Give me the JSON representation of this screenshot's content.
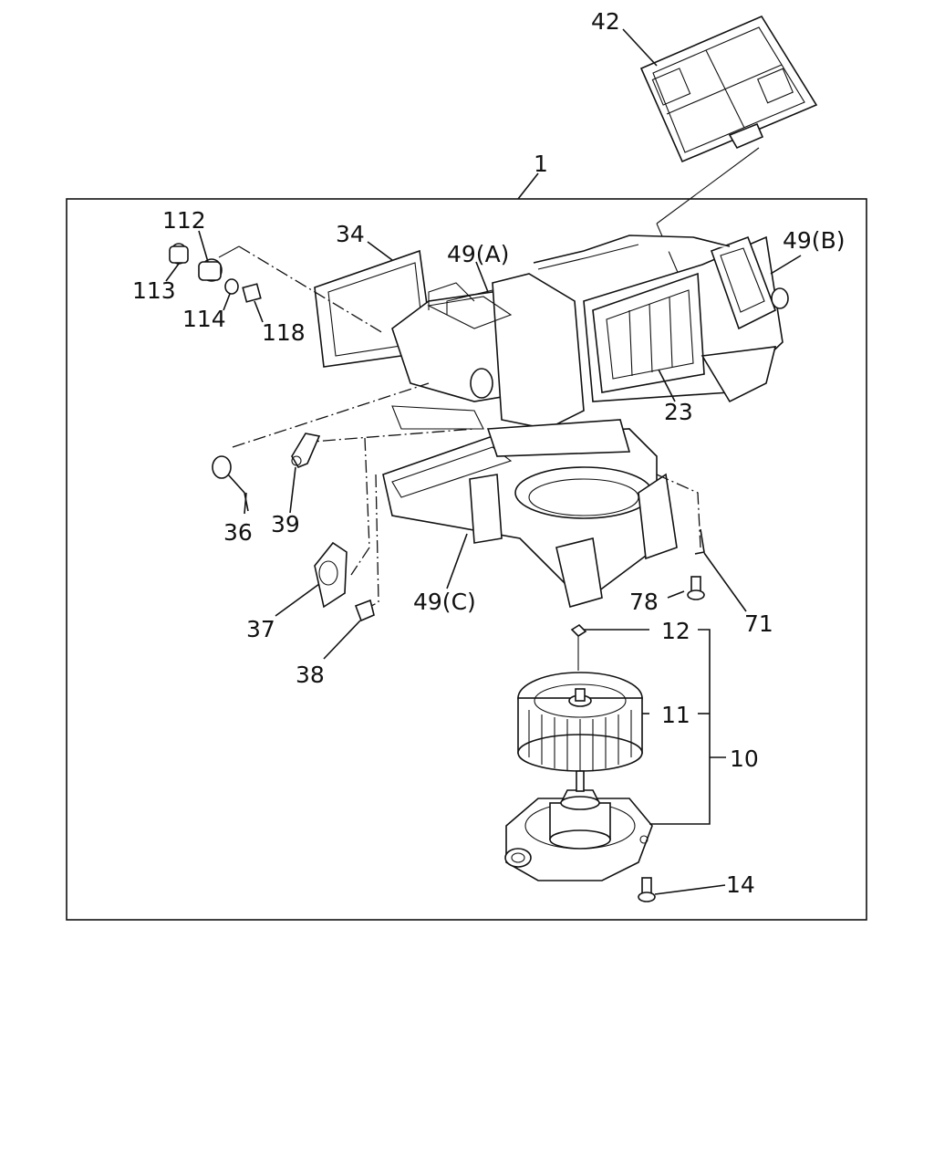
{
  "labels": {
    "p42": "42",
    "p1": "1",
    "p112": "112",
    "p34": "34",
    "p49a": "49(A)",
    "p49b": "49(B)",
    "p113": "113",
    "p114": "114",
    "p118": "118",
    "p23": "23",
    "p36": "36",
    "p39": "39",
    "p49c": "49(C)",
    "p78": "78",
    "p71": "71",
    "p37": "37",
    "p12": "12",
    "p38": "38",
    "p11": "11",
    "p10": "10",
    "p14": "14"
  }
}
